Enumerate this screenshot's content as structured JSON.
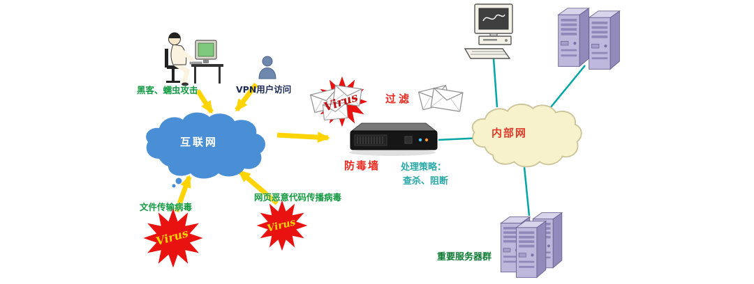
{
  "diagram": {
    "labels": {
      "hacker": "黑客、蠕虫攻击",
      "vpn_user": "VPN用户访问",
      "internet": "互联网",
      "filter": "过滤",
      "firewall": "防毒墙",
      "policy_line1": "处理策略：",
      "policy_line2": "查杀、阻断",
      "intranet": "内部网",
      "file_virus": "文件传输病毒",
      "web_virus": "网页恶意代码传播病毒",
      "server_group": "重要服务器群",
      "virus_top": "Virus",
      "virus_bottom_left": "Virus",
      "virus_bottom_mid": "Virus"
    },
    "colors": {
      "internet_cloud_fill": "#4a8ed6",
      "internet_cloud_stroke": "#3371b5",
      "intranet_cloud_fill": "#f8f2cc",
      "intranet_cloud_stroke": "#cdc49a",
      "arrow_yellow": "#ffd400",
      "link_teal": "#00a5a5",
      "virus_burst_fill": "#e81210",
      "virus_burst_stroke": "#9c0000",
      "virus_text_red": "#c01010",
      "virus_text_yellow": "#ffd400",
      "label_green": "#129a42",
      "label_dark_green": "#0d7a33",
      "label_red": "#e8281e",
      "policy_teal": "#2aa7a7",
      "vpn_label_color": "#1b2a55",
      "intranet_label_color": "#e03a2a"
    },
    "icons": [
      "hacker-workstation-icon",
      "vpn-user-icon",
      "internet-cloud-shape",
      "virus-burst-icon",
      "envelope-icon",
      "firewall-appliance-icon",
      "intranet-cloud-shape",
      "desktop-computer-icon",
      "server-tower-icon",
      "server-cluster-icon"
    ]
  }
}
